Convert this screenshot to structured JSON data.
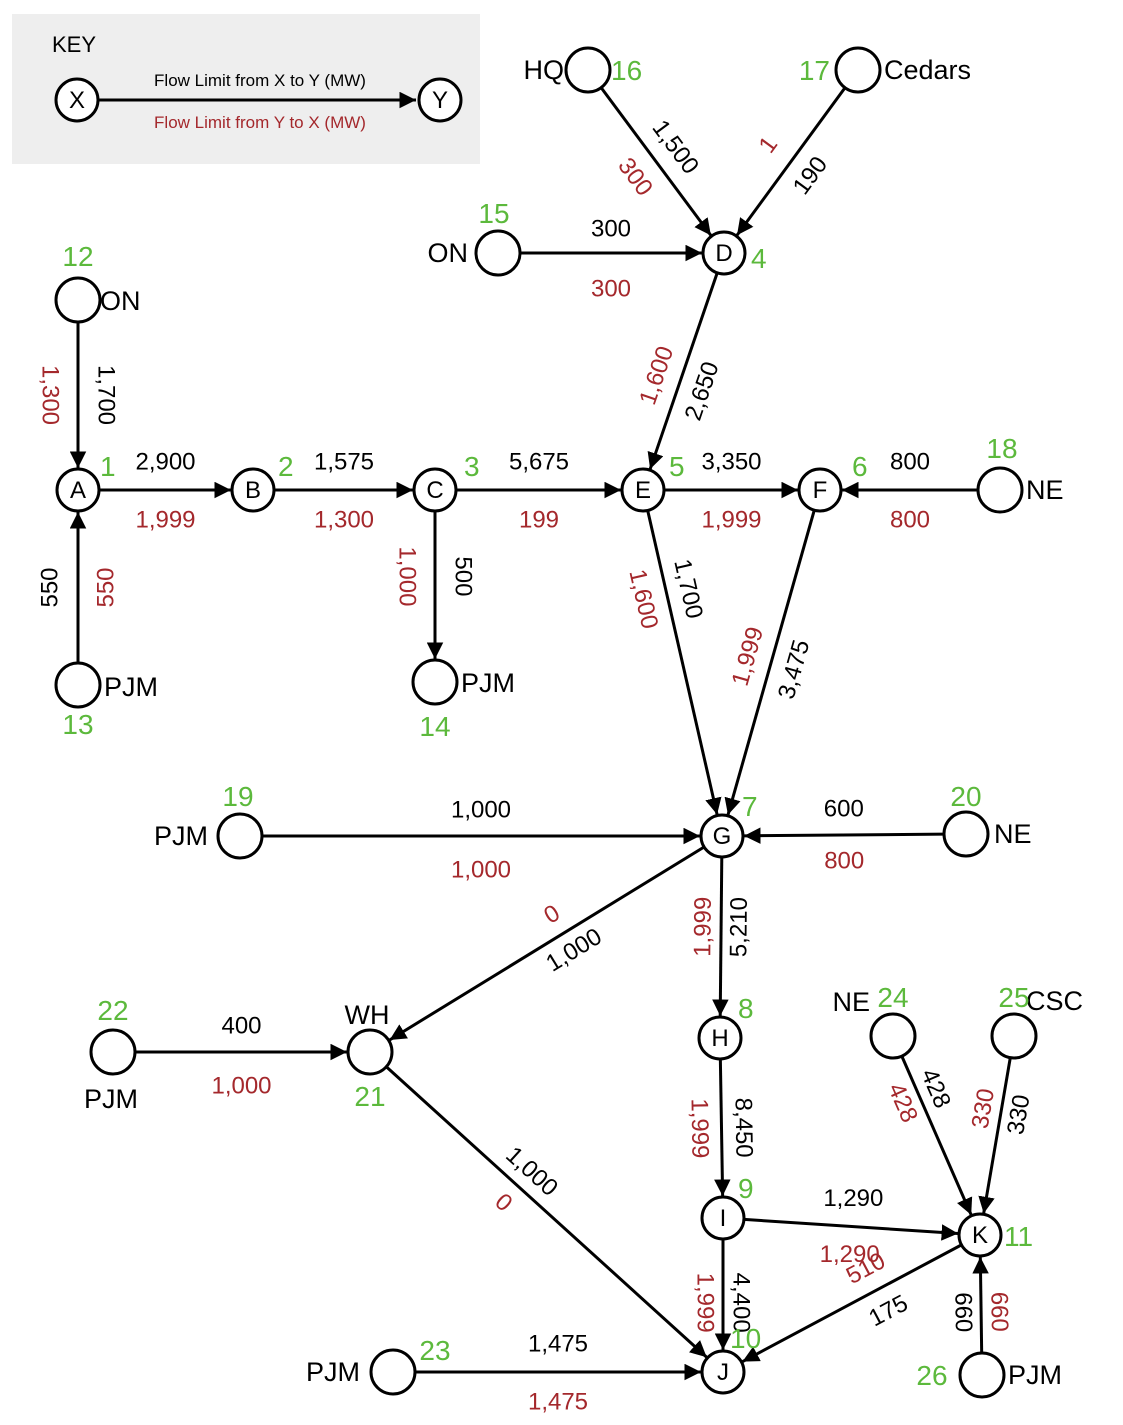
{
  "colors": {
    "node_number": "#5cb93c",
    "reverse_limit": "#a4282c",
    "forward_limit": "#000000",
    "key_background": "#eeeeee"
  },
  "key": {
    "title": "KEY",
    "x_label": "X",
    "y_label": "Y",
    "forward_text": "Flow Limit from X to Y (MW)",
    "reverse_text": "Flow Limit from Y to X (MW)"
  },
  "nodes": [
    {
      "id": "A",
      "letter": "A",
      "name": "",
      "num": "1"
    },
    {
      "id": "B",
      "letter": "B",
      "name": "",
      "num": "2"
    },
    {
      "id": "C",
      "letter": "C",
      "name": "",
      "num": "3"
    },
    {
      "id": "D",
      "letter": "D",
      "name": "",
      "num": "4"
    },
    {
      "id": "E",
      "letter": "E",
      "name": "",
      "num": "5"
    },
    {
      "id": "F",
      "letter": "F",
      "name": "",
      "num": "6"
    },
    {
      "id": "G",
      "letter": "G",
      "name": "",
      "num": "7"
    },
    {
      "id": "H",
      "letter": "H",
      "name": "",
      "num": "8"
    },
    {
      "id": "I",
      "letter": "I",
      "name": "",
      "num": "9"
    },
    {
      "id": "J",
      "letter": "J",
      "name": "",
      "num": "10"
    },
    {
      "id": "K",
      "letter": "K",
      "name": "",
      "num": "11"
    },
    {
      "id": "N12",
      "letter": "",
      "name": "ON",
      "num": "12"
    },
    {
      "id": "N13",
      "letter": "",
      "name": "PJM",
      "num": "13"
    },
    {
      "id": "N14",
      "letter": "",
      "name": "PJM",
      "num": "14"
    },
    {
      "id": "N15",
      "letter": "",
      "name": "ON",
      "num": "15"
    },
    {
      "id": "N16",
      "letter": "",
      "name": "HQ",
      "num": "16"
    },
    {
      "id": "N17",
      "letter": "",
      "name": "Cedars",
      "num": "17"
    },
    {
      "id": "N18",
      "letter": "",
      "name": "NE",
      "num": "18"
    },
    {
      "id": "N19",
      "letter": "",
      "name": "PJM",
      "num": "19"
    },
    {
      "id": "N20",
      "letter": "",
      "name": "NE",
      "num": "20"
    },
    {
      "id": "WH",
      "letter": "",
      "name": "WH",
      "num": "21"
    },
    {
      "id": "N22",
      "letter": "",
      "name": "PJM",
      "num": "22"
    },
    {
      "id": "N23",
      "letter": "",
      "name": "PJM",
      "num": "23"
    },
    {
      "id": "N24",
      "letter": "",
      "name": "NE",
      "num": "24"
    },
    {
      "id": "N25",
      "letter": "",
      "name": "CSC",
      "num": "25"
    },
    {
      "id": "N26",
      "letter": "",
      "name": "PJM",
      "num": "26"
    }
  ],
  "edges": [
    {
      "from": "N12",
      "to": "A",
      "forward": "1,700",
      "reverse": "1,300"
    },
    {
      "from": "N13",
      "to": "A",
      "forward": "550",
      "reverse": "550"
    },
    {
      "from": "A",
      "to": "B",
      "forward": "2,900",
      "reverse": "1,999"
    },
    {
      "from": "B",
      "to": "C",
      "forward": "1,575",
      "reverse": "1,300"
    },
    {
      "from": "C",
      "to": "N14",
      "forward": "500",
      "reverse": "1,000"
    },
    {
      "from": "C",
      "to": "E",
      "forward": "5,675",
      "reverse": "199"
    },
    {
      "from": "N16",
      "to": "D",
      "forward": "1,500",
      "reverse": "300"
    },
    {
      "from": "N17",
      "to": "D",
      "forward": "190",
      "reverse": "1"
    },
    {
      "from": "N15",
      "to": "D",
      "forward": "300",
      "reverse": "300"
    },
    {
      "from": "D",
      "to": "E",
      "forward": "2,650",
      "reverse": "1,600"
    },
    {
      "from": "E",
      "to": "F",
      "forward": "3,350",
      "reverse": "1,999"
    },
    {
      "from": "N18",
      "to": "F",
      "forward": "800",
      "reverse": "800"
    },
    {
      "from": "E",
      "to": "G",
      "forward": "1,700",
      "reverse": "1,600"
    },
    {
      "from": "F",
      "to": "G",
      "forward": "3,475",
      "reverse": "1,999"
    },
    {
      "from": "N19",
      "to": "G",
      "forward": "1,000",
      "reverse": "1,000"
    },
    {
      "from": "N20",
      "to": "G",
      "forward": "600",
      "reverse": "800"
    },
    {
      "from": "G",
      "to": "WH",
      "forward": "1,000",
      "reverse": "0"
    },
    {
      "from": "G",
      "to": "H",
      "forward": "5,210",
      "reverse": "1,999"
    },
    {
      "from": "N22",
      "to": "WH",
      "forward": "400",
      "reverse": "1,000"
    },
    {
      "from": "WH",
      "to": "J",
      "forward": "1,000",
      "reverse": "0"
    },
    {
      "from": "H",
      "to": "I",
      "forward": "8,450",
      "reverse": "1,999"
    },
    {
      "from": "I",
      "to": "K",
      "forward": "1,290",
      "reverse": "1,290"
    },
    {
      "from": "I",
      "to": "J",
      "forward": "4,400",
      "reverse": "1,999"
    },
    {
      "from": "K",
      "to": "J",
      "forward": "175",
      "reverse": "510"
    },
    {
      "from": "N24",
      "to": "K",
      "forward": "428",
      "reverse": "428"
    },
    {
      "from": "N25",
      "to": "K",
      "forward": "330",
      "reverse": "330"
    },
    {
      "from": "N26",
      "to": "K",
      "forward": "660",
      "reverse": "660"
    },
    {
      "from": "N23",
      "to": "J",
      "forward": "1,475",
      "reverse": "1,475"
    }
  ]
}
